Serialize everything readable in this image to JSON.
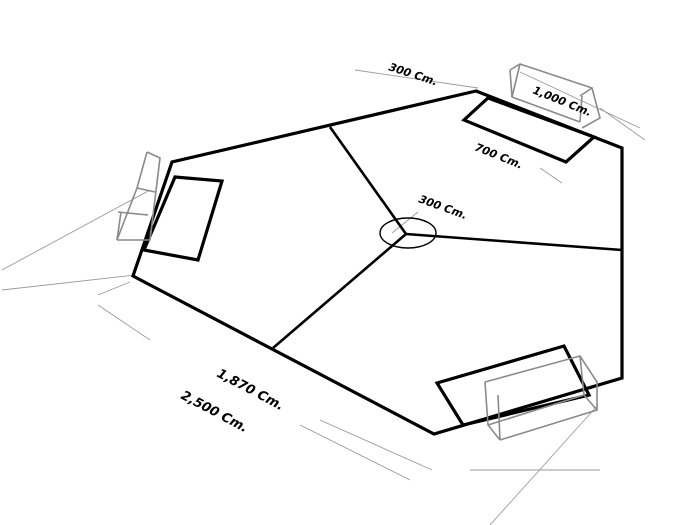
{
  "labels": {
    "zone_width": "300 Cm.",
    "goal_width": "1,000 Cm.",
    "goal_area_width": "700 Cm.",
    "center_circle": "300 Cm.",
    "side_length": "1,870 Cm.",
    "outer_length": "2,500 Cm."
  },
  "colors": {
    "lines": "#000000",
    "goals": "#8a8a8a",
    "dimension_lines": "#9a9a9a"
  }
}
